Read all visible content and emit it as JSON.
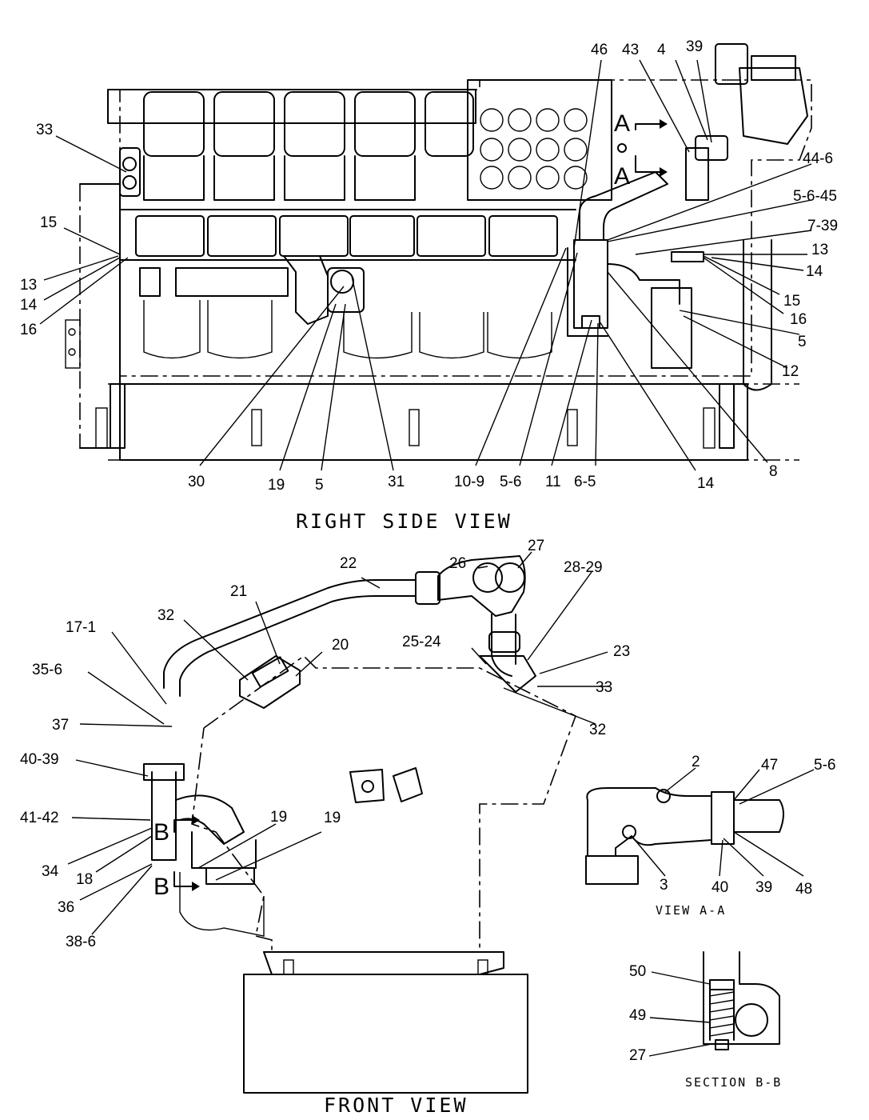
{
  "views": {
    "right_side": {
      "title": "RIGHT SIDE VIEW",
      "labels": [
        "46",
        "43",
        "4",
        "39",
        "33",
        "44-6",
        "5-6-45",
        "7-39",
        "13",
        "14",
        "15",
        "16",
        "5",
        "12",
        "8",
        "15",
        "13",
        "14",
        "16",
        "30",
        "19",
        "5",
        "31",
        "10-9",
        "5-6",
        "11",
        "6-5",
        "14"
      ],
      "section_marks": [
        "A",
        "A"
      ]
    },
    "front": {
      "title": "FRONT VIEW",
      "labels": [
        "22",
        "27",
        "26",
        "28-29",
        "21",
        "32",
        "20",
        "25-24",
        "23",
        "33",
        "32",
        "17-1",
        "35-6",
        "37",
        "40-39",
        "41-42",
        "34",
        "18",
        "36",
        "38-6",
        "19",
        "19"
      ],
      "section_marks": [
        "B",
        "B"
      ]
    },
    "view_aa": {
      "title": "VIEW  A-A",
      "labels": [
        "2",
        "47",
        "5-6",
        "3",
        "40",
        "39",
        "48"
      ]
    },
    "section_bb": {
      "title": "SECTION  B-B",
      "labels": [
        "50",
        "49",
        "27"
      ]
    }
  }
}
